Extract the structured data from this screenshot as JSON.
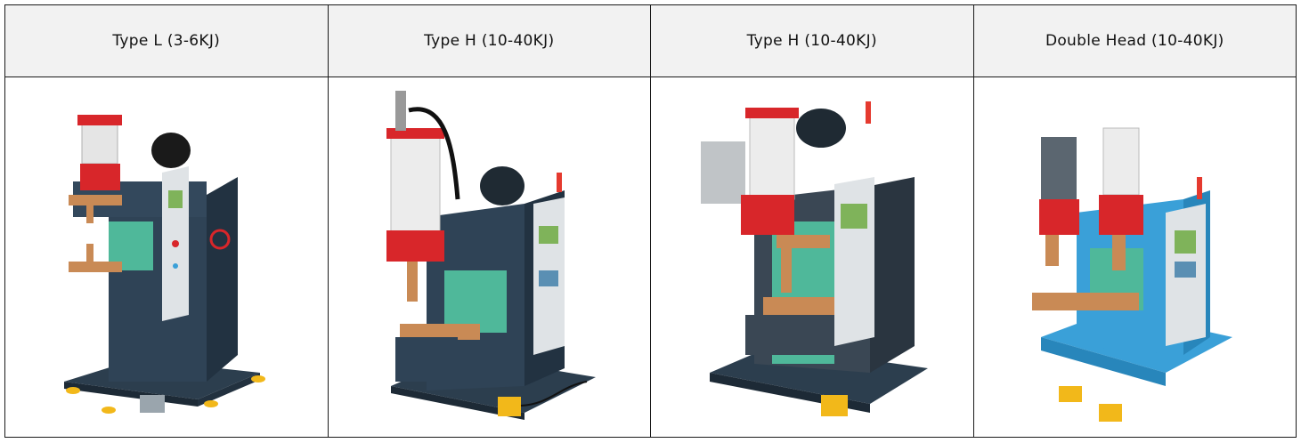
{
  "table": {
    "headers": [
      "Type L (3-6KJ)",
      "Type H (10-40KJ)",
      "Type H (10-40KJ)",
      "Double Head (10-40KJ)"
    ],
    "images": [
      "welding-machine-type-l-photo",
      "welding-machine-type-h-photo",
      "welding-machine-type-h-photo",
      "welding-machine-double-head-photo"
    ]
  },
  "colors": {
    "frame_dark": "#2c3e4e",
    "frame_blue": "#3aa0d8",
    "cabinet_grey": "#dfe3e6",
    "cylinder_red": "#d8262a",
    "copper": "#c98a55",
    "green_panel": "#4fb89a",
    "pedal_yellow": "#f2b81a"
  }
}
